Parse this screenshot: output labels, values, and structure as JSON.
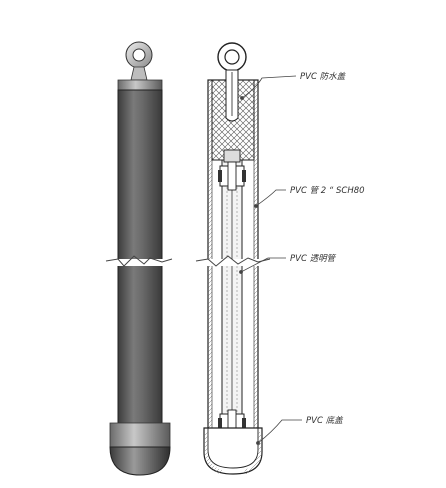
{
  "labels": {
    "cap": "PVC 防水盖",
    "pipe": "PVC 管 2 “ SCH80",
    "tube": "PVC 透明管",
    "bottom": "PVC 底盖"
  },
  "colors": {
    "pipe_dark": "#4a4a4a",
    "pipe_light": "#8a8a8a",
    "outline": "#222222",
    "hatch": "#555555",
    "background": "#ffffff"
  }
}
